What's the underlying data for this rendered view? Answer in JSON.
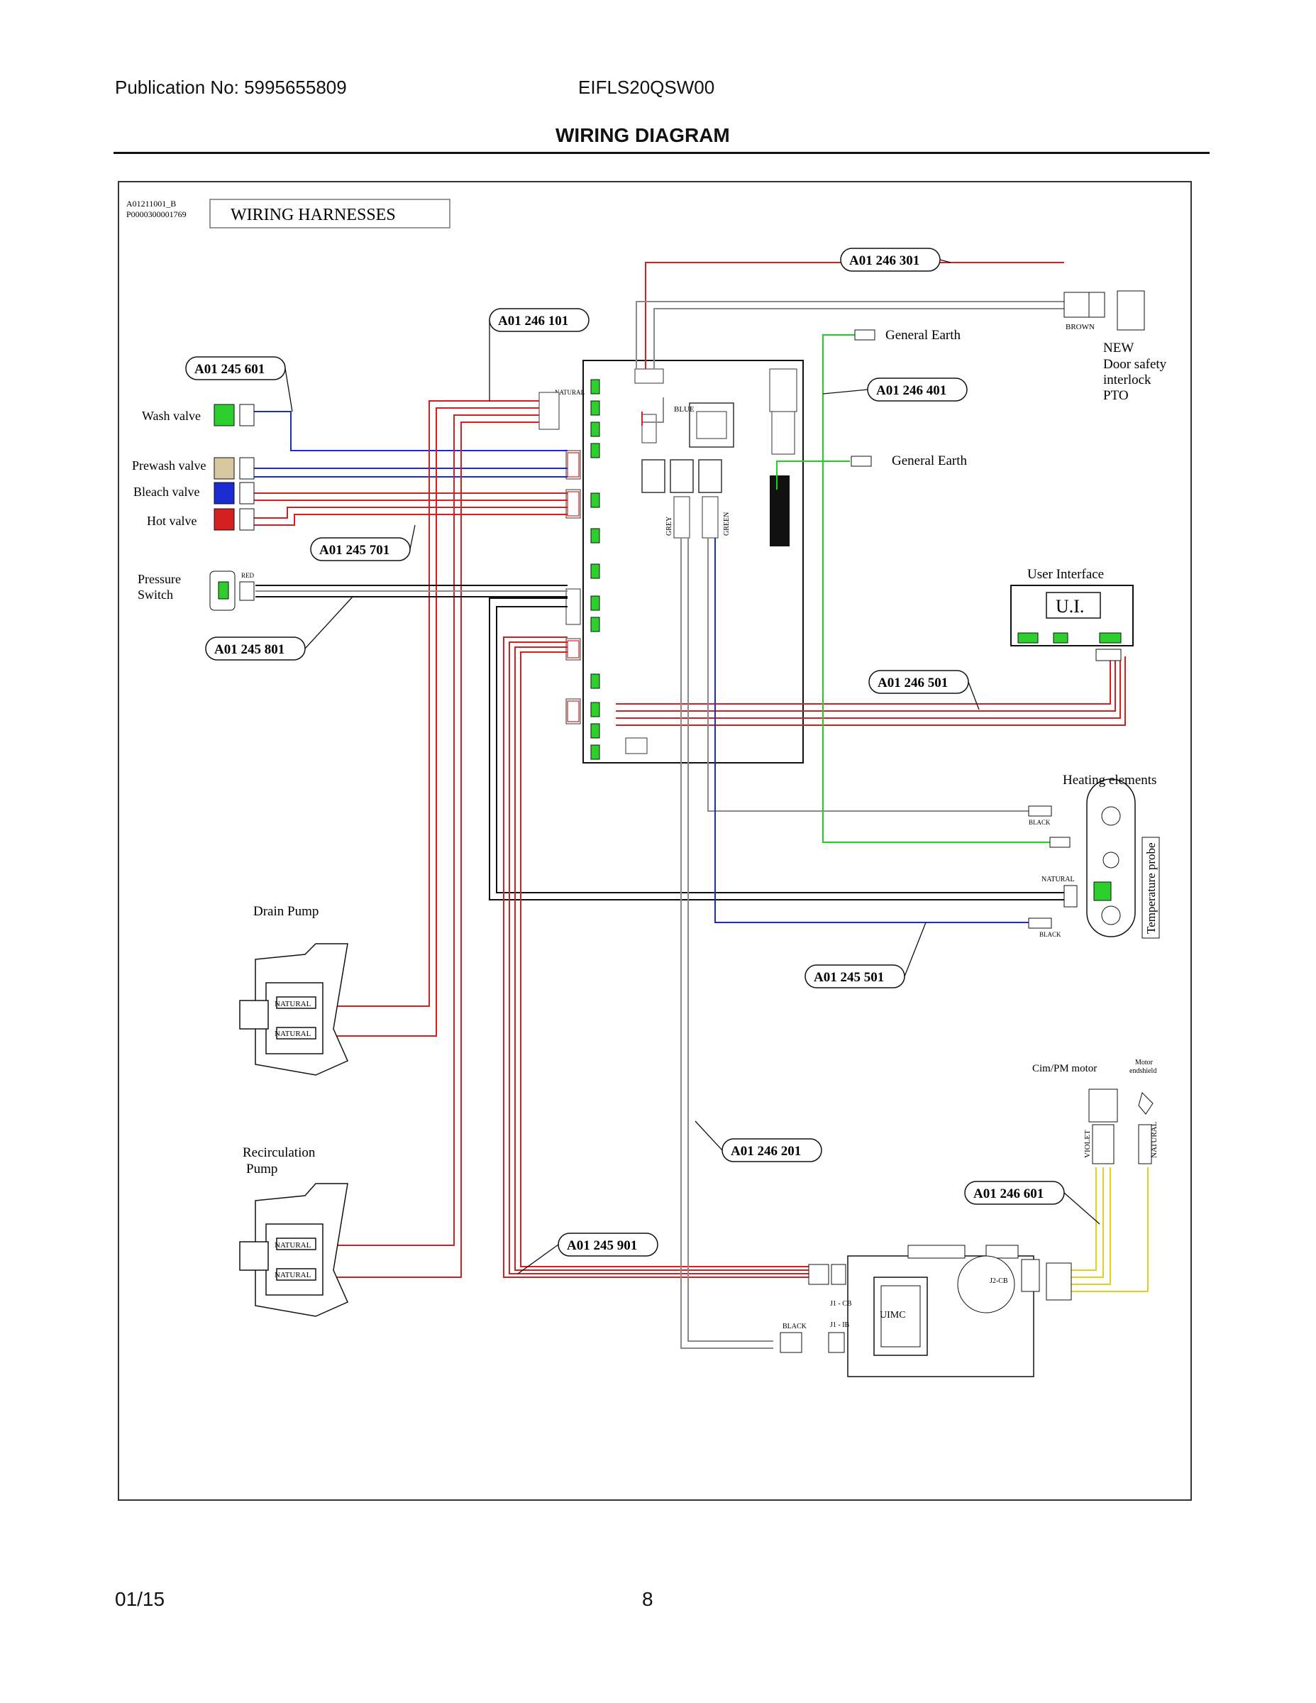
{
  "header": {
    "publication": "Publication No: 5995655809",
    "model": "EIFLS20QSW00",
    "title": "WIRING DIAGRAM"
  },
  "footer": {
    "date": "01/15",
    "page": "8"
  },
  "diagram": {
    "doc_code_1": "A01211001_B",
    "doc_code_2": "P0000300001769",
    "section_title": "WIRING HARNESSES",
    "harnesses": {
      "h301": "A01 246 301",
      "h101": "A01 246 101",
      "h601a": "A01 245 601",
      "h401": "A01 246 401",
      "h701": "A01 245 701",
      "h801": "A01 245 801",
      "h501ui": "A01 246 501",
      "h501": "A01 245 501",
      "h201": "A01 246 201",
      "h601b": "A01 246 601",
      "h901": "A01 245 901"
    },
    "components": {
      "wash_valve": "Wash valve",
      "prewash_valve": "Prewash valve",
      "bleach_valve": "Bleach valve",
      "hot_valve": "Hot valve",
      "pressure_switch_1": "Pressure",
      "pressure_switch_2": "Switch",
      "general_earth_1": "General Earth",
      "general_earth_2": "General Earth",
      "door_1": "NEW",
      "door_2": "Door safety",
      "door_3": "interlock",
      "door_4": "PTO",
      "user_interface": "User Interface",
      "ui_box": "U.I.",
      "heating_elements": "Heating elements",
      "temperature_probe": "Temperature probe",
      "drain_pump": "Drain Pump",
      "recirc_pump_1": "Recirculation",
      "recirc_pump_2": "Pump",
      "motor": "Cim/PM motor",
      "motor_endshield_1": "Motor",
      "motor_endshield_2": "endshield",
      "uimc": "UIMC"
    },
    "connector_labels": {
      "natural": "NATURAL",
      "brown": "BROWN",
      "blue": "BLUE",
      "grey": "GREY",
      "green": "GREEN",
      "black": "BLACK",
      "red": "RED",
      "violet": "VIOLET",
      "j1cb": "J1 - CB",
      "j1ib": "J1 - IB",
      "j2cb": "J2-CB",
      "uimc_small": "UIMC"
    },
    "wire_colors": {
      "red": "#d42020",
      "blue": "#1a2ccf",
      "grey": "#8a8a8a",
      "green": "#20d020",
      "yellow": "#e0d020",
      "black": "#111111"
    }
  }
}
